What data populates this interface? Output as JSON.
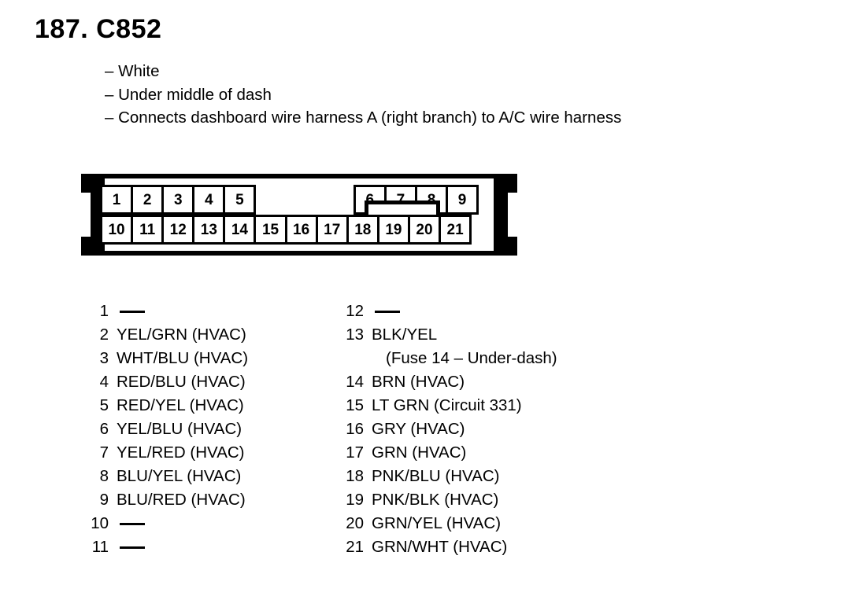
{
  "page": {
    "title": "187. C852",
    "connector_id": "C852",
    "item_number": "187."
  },
  "description": {
    "bullet": "–",
    "lines": [
      "– White",
      "– Under middle of dash",
      "– Connects dashboard wire harness A (right branch) to A/C wire harness"
    ],
    "color": "White",
    "location": "Under middle of dash",
    "connects": "Connects dashboard wire harness A (right branch) to A/C wire harness"
  },
  "connector_diagram": {
    "total_pins": 21,
    "top_row": [
      "1",
      "2",
      "3",
      "4",
      "5",
      "6",
      "7",
      "8",
      "9"
    ],
    "top_row_left_group": [
      "1",
      "2",
      "3",
      "4",
      "5"
    ],
    "top_row_right_group": [
      "6",
      "7",
      "8",
      "9"
    ],
    "bottom_row": [
      "10",
      "11",
      "12",
      "13",
      "14",
      "15",
      "16",
      "17",
      "18",
      "19",
      "20",
      "21"
    ],
    "has_locking_tab": true,
    "locking_tab_over_pins": [
      "15",
      "16",
      "17"
    ],
    "outline_color": "#000000",
    "cell_fill": "#ffffff"
  },
  "pin_legend": {
    "left_column": [
      {
        "pin": "1",
        "desc": "",
        "blank": true
      },
      {
        "pin": "2",
        "desc": "YEL/GRN (HVAC)",
        "blank": false
      },
      {
        "pin": "3",
        "desc": "WHT/BLU (HVAC)",
        "blank": false
      },
      {
        "pin": "4",
        "desc": "RED/BLU (HVAC)",
        "blank": false
      },
      {
        "pin": "5",
        "desc": "RED/YEL (HVAC)",
        "blank": false
      },
      {
        "pin": "6",
        "desc": "YEL/BLU (HVAC)",
        "blank": false
      },
      {
        "pin": "7",
        "desc": "YEL/RED (HVAC)",
        "blank": false
      },
      {
        "pin": "8",
        "desc": "BLU/YEL (HVAC)",
        "blank": false
      },
      {
        "pin": "9",
        "desc": "BLU/RED (HVAC)",
        "blank": false
      },
      {
        "pin": "10",
        "desc": "",
        "blank": true
      },
      {
        "pin": "11",
        "desc": "",
        "blank": true
      }
    ],
    "right_column": [
      {
        "pin": "12",
        "desc": "",
        "blank": true
      },
      {
        "pin": "13",
        "desc": "BLK/YEL",
        "blank": false,
        "continuation": "(Fuse 14 – Under-dash)"
      },
      {
        "pin": "14",
        "desc": "BRN (HVAC)",
        "blank": false
      },
      {
        "pin": "15",
        "desc": "LT GRN (Circuit 331)",
        "blank": false
      },
      {
        "pin": "16",
        "desc": "GRY (HVAC)",
        "blank": false
      },
      {
        "pin": "17",
        "desc": "GRN (HVAC)",
        "blank": false
      },
      {
        "pin": "18",
        "desc": "PNK/BLU (HVAC)",
        "blank": false
      },
      {
        "pin": "19",
        "desc": "PNK/BLK (HVAC)",
        "blank": false
      },
      {
        "pin": "20",
        "desc": "GRN/YEL (HVAC)",
        "blank": false
      },
      {
        "pin": "21",
        "desc": "GRN/WHT (HVAC)",
        "blank": false
      }
    ]
  }
}
